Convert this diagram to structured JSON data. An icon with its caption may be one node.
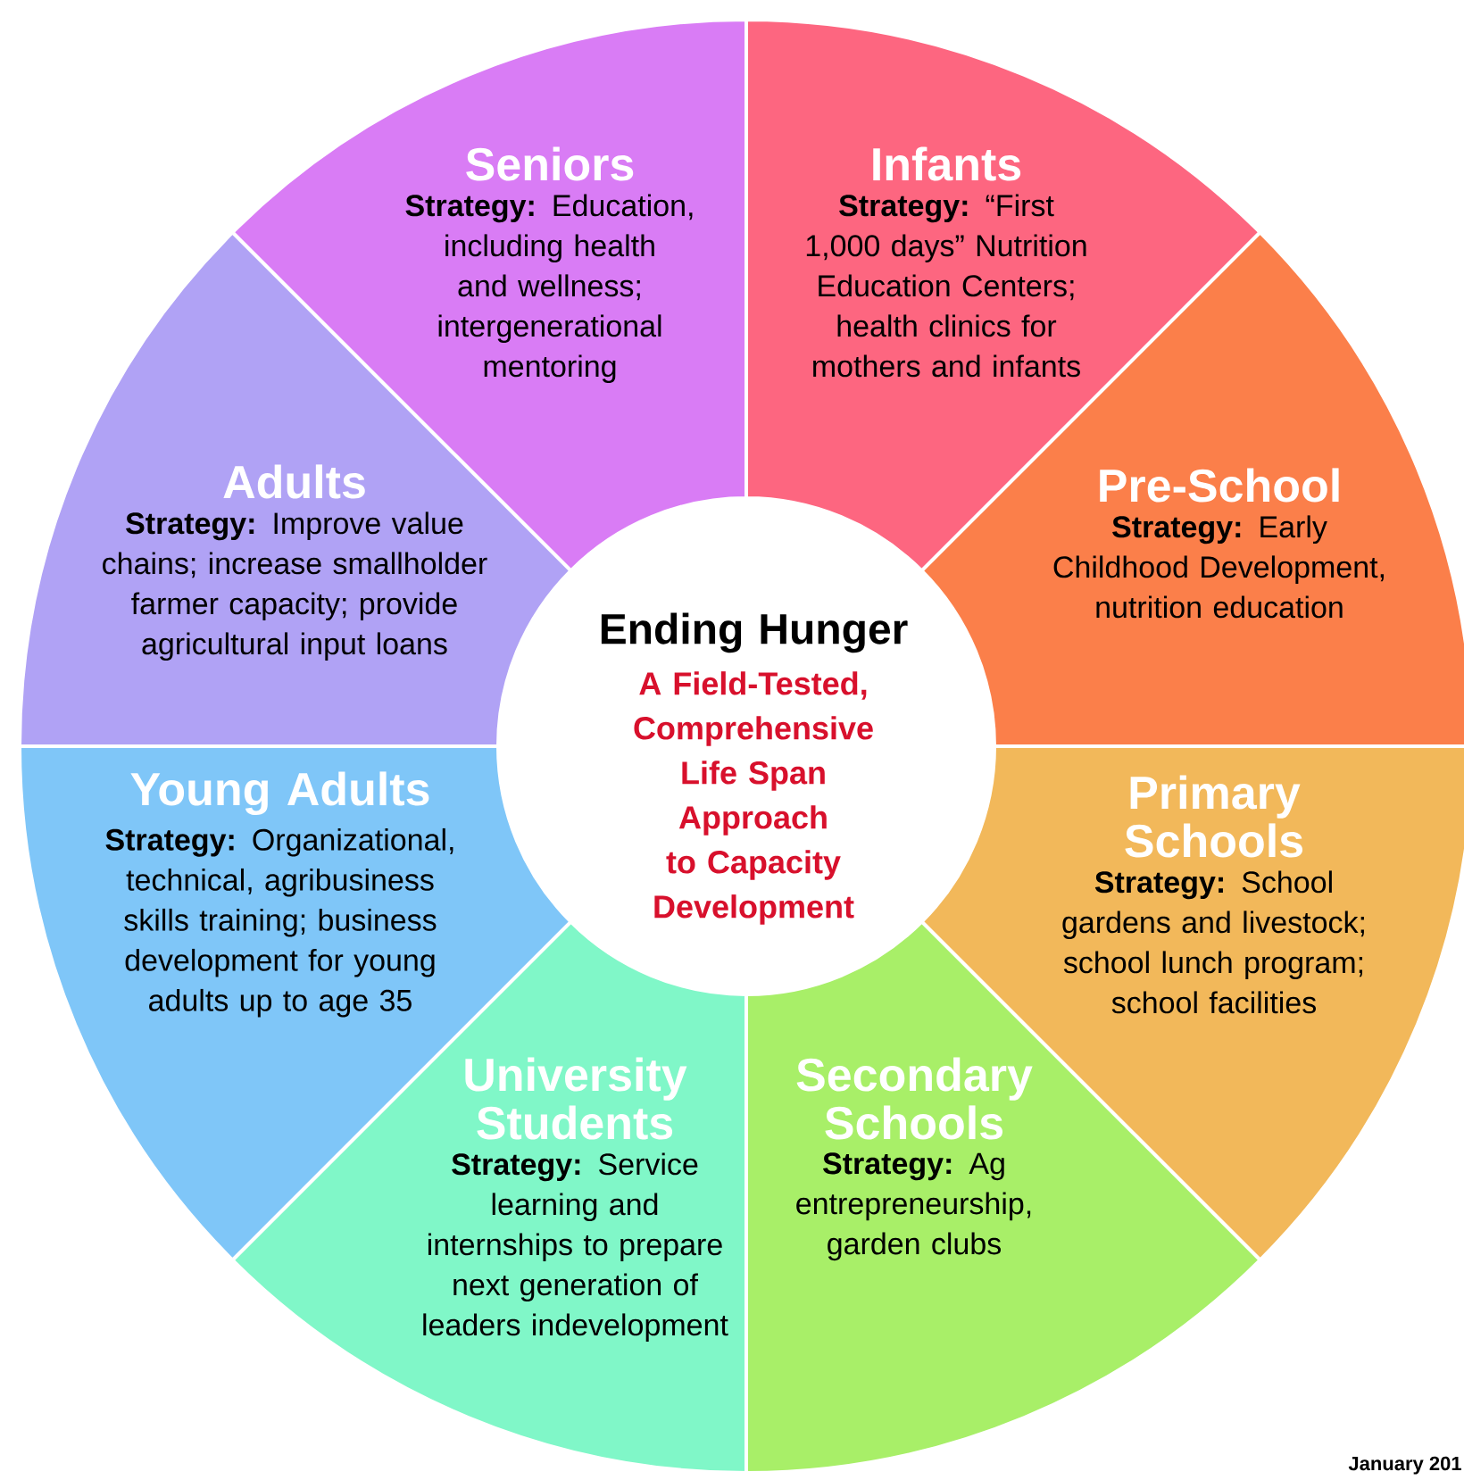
{
  "diagram": {
    "nodes": [
      {
        "text": [
          "Seniors",
          "**Strategy:** Education, including health and wellness; intergenerational mentoring"
        ]
      },
      {
        "text": [
          "Infants",
          "**Strategy:** “First 1,000 days” Nutrition Education Centers; health clinics for mothers and infants"
        ]
      },
      {
        "text": [
          "Pre-School",
          "**Strategy:** Early Childhood Development, nutrition education"
        ]
      },
      {
        "text": [
          "Primary Schools",
          "**Strategy:** School gardens and livestock; school lunch program; school facilities"
        ]
      },
      {
        "text": [
          "Secondary Schools",
          "**Strategy:** Ag entrepreneurship, garden clubs"
        ]
      },
      {
        "text": [
          "University Students",
          "**Strategy:** Service learning and internships to prepare next generation of leaders indevelopment"
        ]
      },
      {
        "text": [
          "Young Adults",
          "**Strategy:** Organizational, technical, agribusiness skills training; business development for young adults up to age 35"
        ]
      },
      {
        "text": [
          "Adults",
          "**Strategy:** Improve value chains; increase smallholder farmer capacity; provide agricultural input loans"
        ]
      },
      {
        "text": [
          "Ending Hunger",
          "A Field-Tested, Comprehensive Life Span Approach to Capacity Development"
        ]
      }
    ],
    "labels": [
      "January 201"
    ]
  }
}
